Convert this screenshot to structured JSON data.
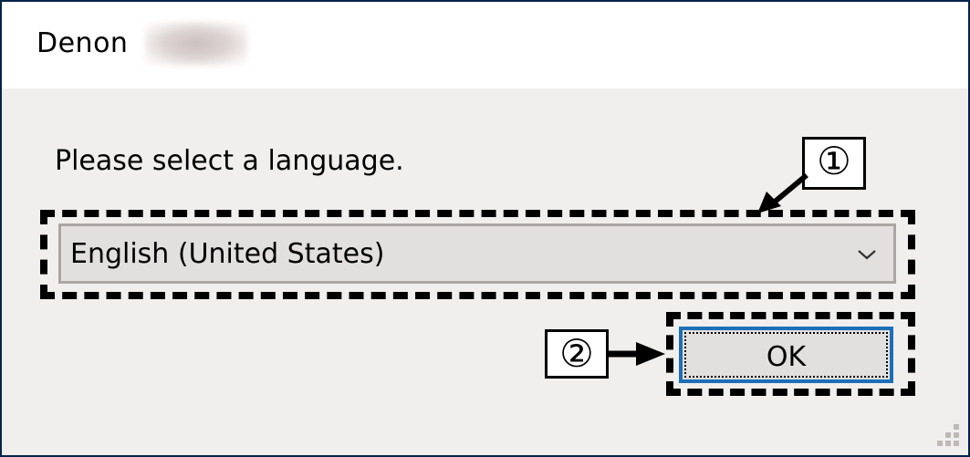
{
  "window": {
    "title": "Denon",
    "title_suffix_blurred": true,
    "border_color": "#00244a",
    "titlebar_color": "#ffffff",
    "body_color": "#f0efed"
  },
  "dialog": {
    "prompt": "Please select a language.",
    "language_select": {
      "value": "English (United States)",
      "icon": "chevron-down-icon"
    },
    "ok_button": {
      "label": "OK",
      "focus_color": "#1e6fb8"
    }
  },
  "annotations": {
    "callout_1": "①",
    "callout_2": "②"
  }
}
